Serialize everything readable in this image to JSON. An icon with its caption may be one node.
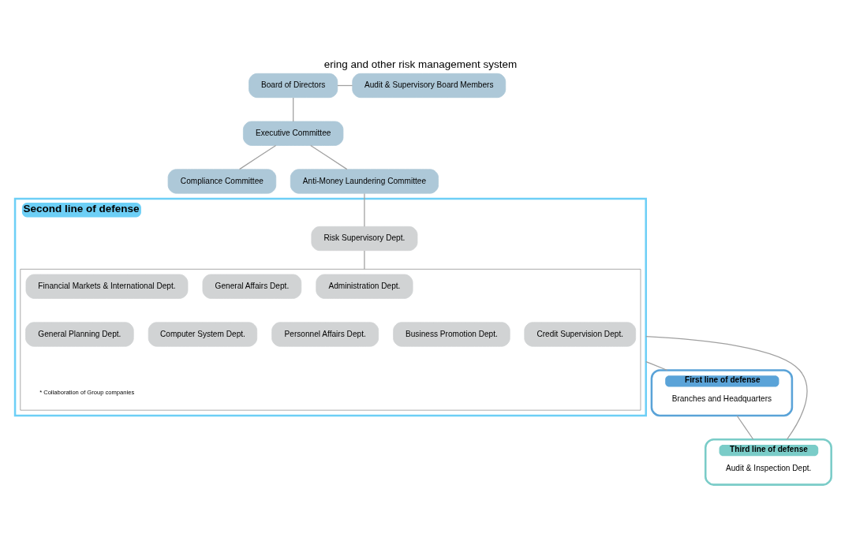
{
  "diagram": {
    "title": "ering and other risk management system",
    "nodes": [
      {
        "text": [
          "Board of Directors"
        ]
      },
      {
        "text": [
          "Audit & Supervisory Board Members"
        ]
      },
      {
        "text": [
          "Executive Committee"
        ]
      },
      {
        "text": [
          "Compliance Committee"
        ]
      },
      {
        "text": [
          "Anti-Money Laundering Committee"
        ]
      },
      {
        "text": [
          "Second line of defense"
        ]
      },
      {
        "text": [
          "Risk Supervisory Dept."
        ],
        "in": 5
      },
      {
        "text": [],
        "shape": "box",
        "in": 5
      },
      {
        "text": [
          "Administration Dept."
        ],
        "in": 7
      },
      {
        "text": [
          "General Affairs Dept."
        ],
        "in": 7
      },
      {
        "text": [
          "Financial Markets & International Dept."
        ],
        "in": 7
      },
      {
        "text": [
          "General Planning Dept."
        ],
        "in": 7
      },
      {
        "text": [
          "Business Promotion Dept."
        ],
        "in": 7
      },
      {
        "text": [
          "Personnel Affairs Dept."
        ],
        "in": 7
      },
      {
        "text": [
          "Computer System Dept."
        ],
        "in": 7
      },
      {
        "text": [
          "Credit Supervision Dept."
        ],
        "in": 7
      },
      {
        "text": [
          "First line of defense",
          "Branches and Headquarters"
        ]
      },
      {
        "text": [
          "Third line of defense",
          "Audit & Inspection Dept."
        ]
      }
    ],
    "edges": [
      {
        "from": 0,
        "to": 1,
        "arrow": "none"
      },
      {
        "from": 0,
        "to": 2,
        "arrow": "none"
      },
      {
        "from": 2,
        "to": 3,
        "arrow": "none"
      },
      {
        "from": 2,
        "to": 4,
        "arrow": "none"
      },
      {
        "from": 4,
        "to": 6,
        "arrow": "none"
      },
      {
        "from": 6,
        "to": 7,
        "arrow": "none"
      },
      {
        "from": 5,
        "to": 16,
        "arrow": "none"
      },
      {
        "from": 5,
        "to": 17,
        "arrow": "none"
      },
      {
        "from": 16,
        "to": 17,
        "arrow": "none"
      }
    ],
    "labels": [
      "* Collaboration of Group companies"
    ]
  }
}
